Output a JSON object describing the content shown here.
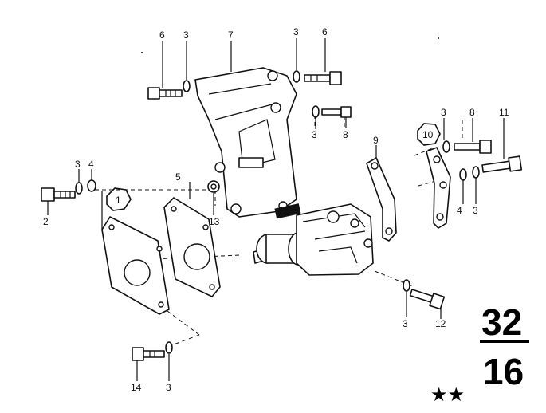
{
  "callouts": {
    "c6a": "6",
    "c3a": "3",
    "c7": "7",
    "c3b": "3",
    "c6b": "6",
    "c3c": "3",
    "c8a": "8",
    "c9": "9",
    "c10": "10",
    "c3d": "3",
    "c8b": "8",
    "c11": "11",
    "c3e": "3",
    "c4a": "4",
    "c2": "2",
    "c1": "1",
    "c5": "5",
    "c13": "13",
    "c4b": "4",
    "c3f": "3",
    "c3g": "3",
    "c12": "12",
    "c14": "14",
    "c3h": "3"
  },
  "group": {
    "main": "32",
    "sub": "16",
    "marks": "★★"
  }
}
